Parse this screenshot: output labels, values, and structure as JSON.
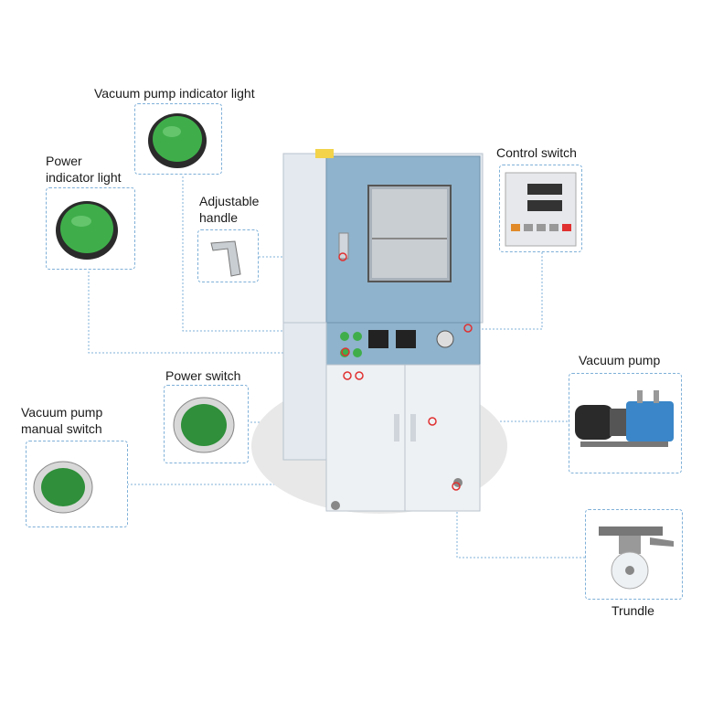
{
  "labels": {
    "vacuum_pump_indicator": "Vacuum pump indicator light",
    "power_indicator_1": "Power",
    "power_indicator_2": "indicator light",
    "adjustable_handle_1": "Adjustable",
    "adjustable_handle_2": "handle",
    "control_switch": "Control switch",
    "vacuum_pump": "Vacuum pump",
    "power_switch": "Power switch",
    "manual_switch_1": "Vacuum pump",
    "manual_switch_2": "manual switch",
    "trundle": "Trundle"
  },
  "colors": {
    "callout_line": "#7fb0d8",
    "marker": "#e03030",
    "cabinet_blue": "#8fb3cc",
    "cabinet_white": "#e9edf2",
    "indicator_green": "#3fae4a"
  },
  "icons": [
    "vacuum-pump-indicator-icon",
    "power-indicator-icon",
    "handle-icon",
    "control-panel-icon",
    "vacuum-pump-icon",
    "power-switch-icon",
    "manual-switch-icon",
    "trundle-icon",
    "vacuum-oven-icon"
  ]
}
